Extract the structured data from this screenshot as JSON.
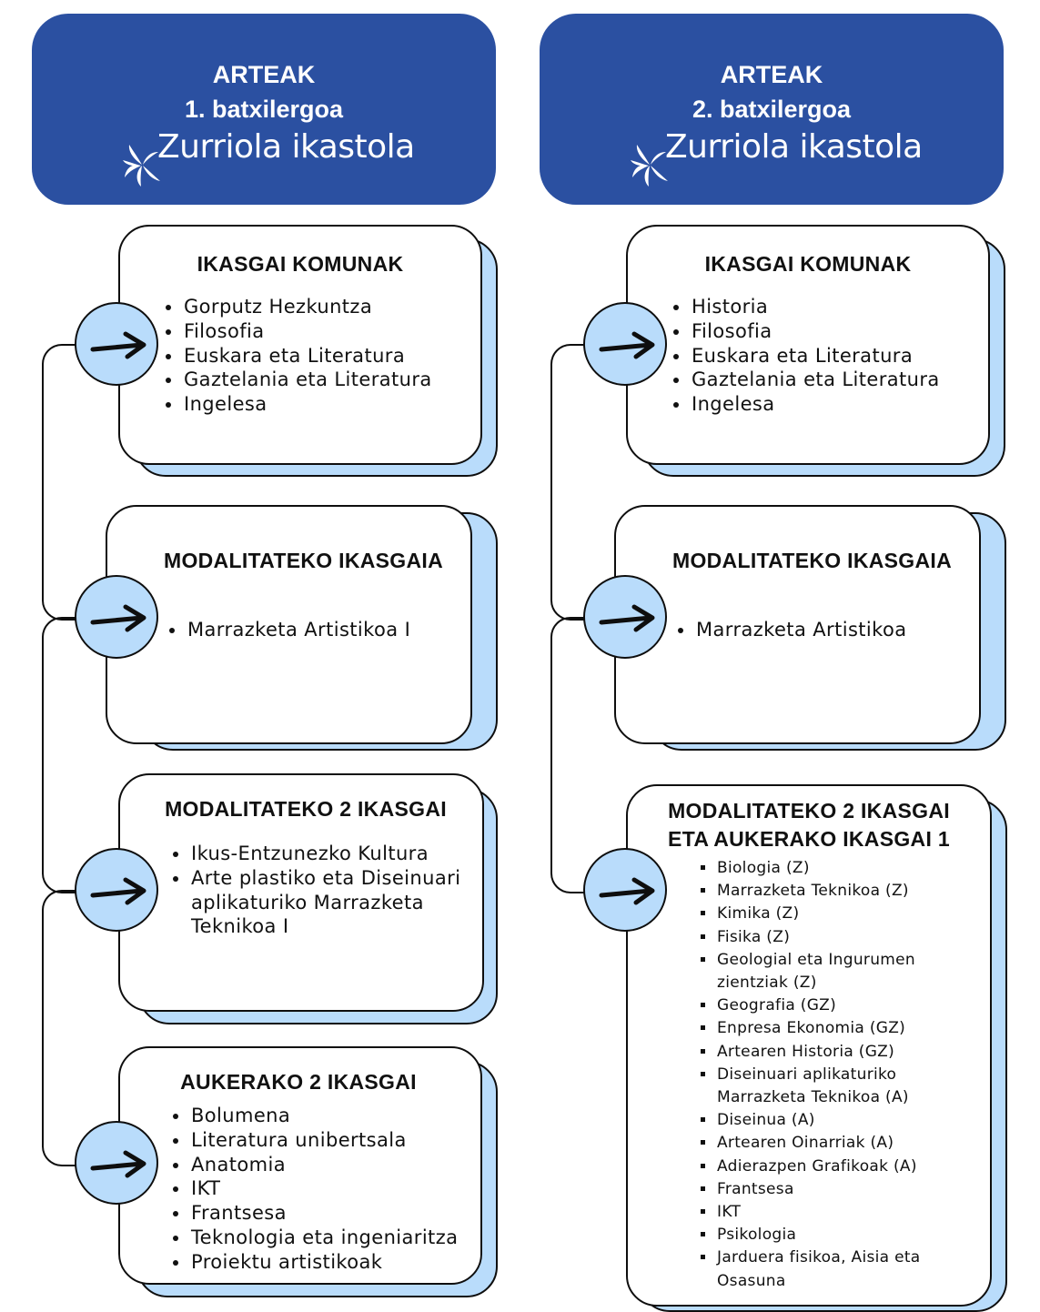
{
  "columns": [
    {
      "header": {
        "line1": "ARTEAK",
        "line2": "1. batxilergoa",
        "brand": "Zurriola ikastola",
        "logo_icon": "swirl-logo-icon"
      },
      "cards": [
        {
          "title": "IKASGAI KOMUNAK",
          "items": [
            "Gorputz Hezkuntza",
            "Filosofia",
            "Euskara eta Literatura",
            "Gaztelania eta Literatura",
            "Ingelesa"
          ]
        },
        {
          "title": "MODALITATEKO IKASGAIA",
          "items": [
            "Marrazketa Artistikoa I"
          ]
        },
        {
          "title": "MODALITATEKO 2 IKASGAI",
          "items": [
            "Ikus-Entzunezko Kultura",
            "Arte plastiko eta Diseinuari aplikaturiko Marrazketa Teknikoa I"
          ]
        },
        {
          "title": "AUKERAKO 2 IKASGAI",
          "items": [
            "Bolumena",
            "Literatura unibertsala",
            "Anatomia",
            "IKT",
            "Frantsesa",
            "Teknologia eta ingeniaritza",
            "Proiektu artistikoak"
          ]
        }
      ]
    },
    {
      "header": {
        "line1": "ARTEAK",
        "line2": "2. batxilergoa",
        "brand": "Zurriola ikastola",
        "logo_icon": "swirl-logo-icon"
      },
      "cards": [
        {
          "title": "IKASGAI KOMUNAK",
          "items": [
            "Historia",
            "Filosofia",
            "Euskara eta Literatura",
            "Gaztelania eta Literatura",
            "Ingelesa"
          ]
        },
        {
          "title": "MODALITATEKO IKASGAIA",
          "items": [
            "Marrazketa Artistikoa"
          ]
        },
        {
          "title_line1": "MODALITATEKO 2 IKASGAI",
          "title_line2": "ETA AUKERAKO IKASGAI 1",
          "items": [
            "Biologia (Z)",
            "Marrazketa Teknikoa (Z)",
            "Kimika (Z)",
            "Fisika (Z)",
            "Geologial eta Ingurumen zientziak (Z)",
            "Geografia (GZ)",
            "Enpresa Ekonomia (GZ)",
            "Artearen Historia (GZ)",
            "Diseinuari aplikaturiko Marrazketa Teknikoa  (A)",
            "Diseinua (A)",
            "Artearen Oinarriak (A)",
            "Adierazpen Grafikoak (A)",
            "Frantsesa",
            "IKT",
            "Psikologia",
            "Jarduera fisikoa, Aisia eta Osasuna"
          ]
        }
      ]
    }
  ],
  "colors": {
    "header_blue": "#2b50a1",
    "accent_light_blue": "#b9dcfb",
    "outline": "#0e0e0e"
  },
  "icons": {
    "arrow": "arrow-right-icon",
    "logo": "swirl-logo-icon"
  }
}
